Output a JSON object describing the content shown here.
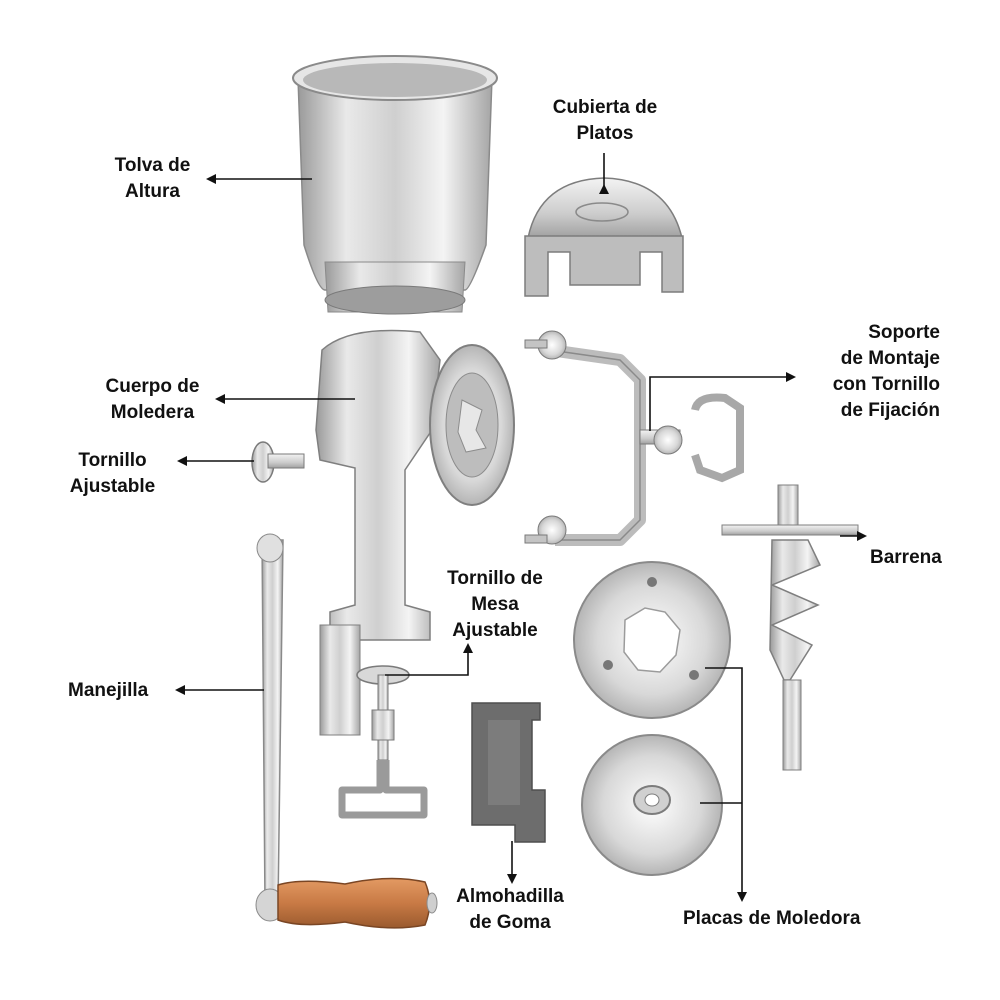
{
  "labels": {
    "tolva": [
      "Tolva de",
      "Altura"
    ],
    "cubierta": [
      "Cubierta de",
      "Platos"
    ],
    "cuerpo": [
      "Cuerpo de",
      "Moledera"
    ],
    "soporte": [
      "Soporte",
      "de Montaje",
      "con Tornillo",
      "de Fijación"
    ],
    "tornillo_ajustable": [
      "Tornillo",
      "Ajustable"
    ],
    "barrena": "Barrena",
    "tornillo_mesa": [
      "Tornillo de",
      "Mesa",
      "Ajustable"
    ],
    "manejilla": "Manejilla",
    "almohadilla": [
      "Almohadilla",
      "de Goma"
    ],
    "placas": "Placas de Moledora"
  },
  "colors": {
    "label_text": "#111111",
    "leader_line": "#111111",
    "metal_light": "#f2f2f2",
    "metal_mid": "#c9c9c9",
    "metal_dark": "#8c8c8c",
    "rubber_pad": "#6d6d6d",
    "wood_handle": "#c87a45"
  },
  "icons": [
    "hopper-part",
    "plate-cover-part",
    "grinder-body-part",
    "mounting-bracket-part",
    "adjusting-screw-part",
    "auger-part",
    "table-clamp-screw-part",
    "crank-handle-part",
    "rubber-pad-part",
    "grinding-plates-part"
  ]
}
